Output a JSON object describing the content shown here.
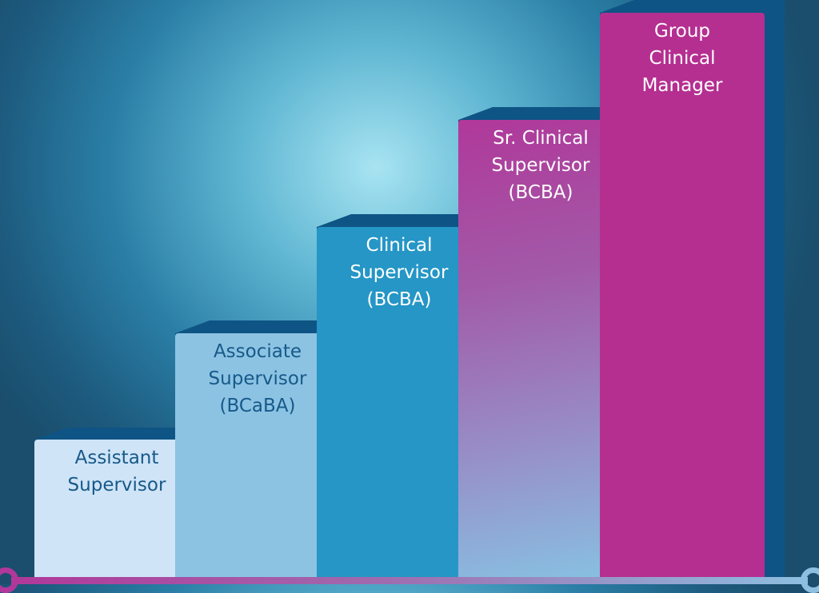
{
  "steps": [
    {
      "lines": [
        "Assistant",
        "Supervisor"
      ]
    },
    {
      "lines": [
        "Associate",
        "Supervisor",
        "(BCaBA)"
      ]
    },
    {
      "lines": [
        "Clinical",
        "Supervisor",
        "(BCBA)"
      ]
    },
    {
      "lines": [
        "Sr. Clinical",
        "Supervisor",
        "(BCBA)"
      ]
    },
    {
      "lines": [
        "Group",
        "Clinical",
        "Manager"
      ]
    }
  ],
  "colors": {
    "shadow": "#0e5484",
    "magenta": "#b52f91",
    "light_blue": "#8dbfe0"
  }
}
